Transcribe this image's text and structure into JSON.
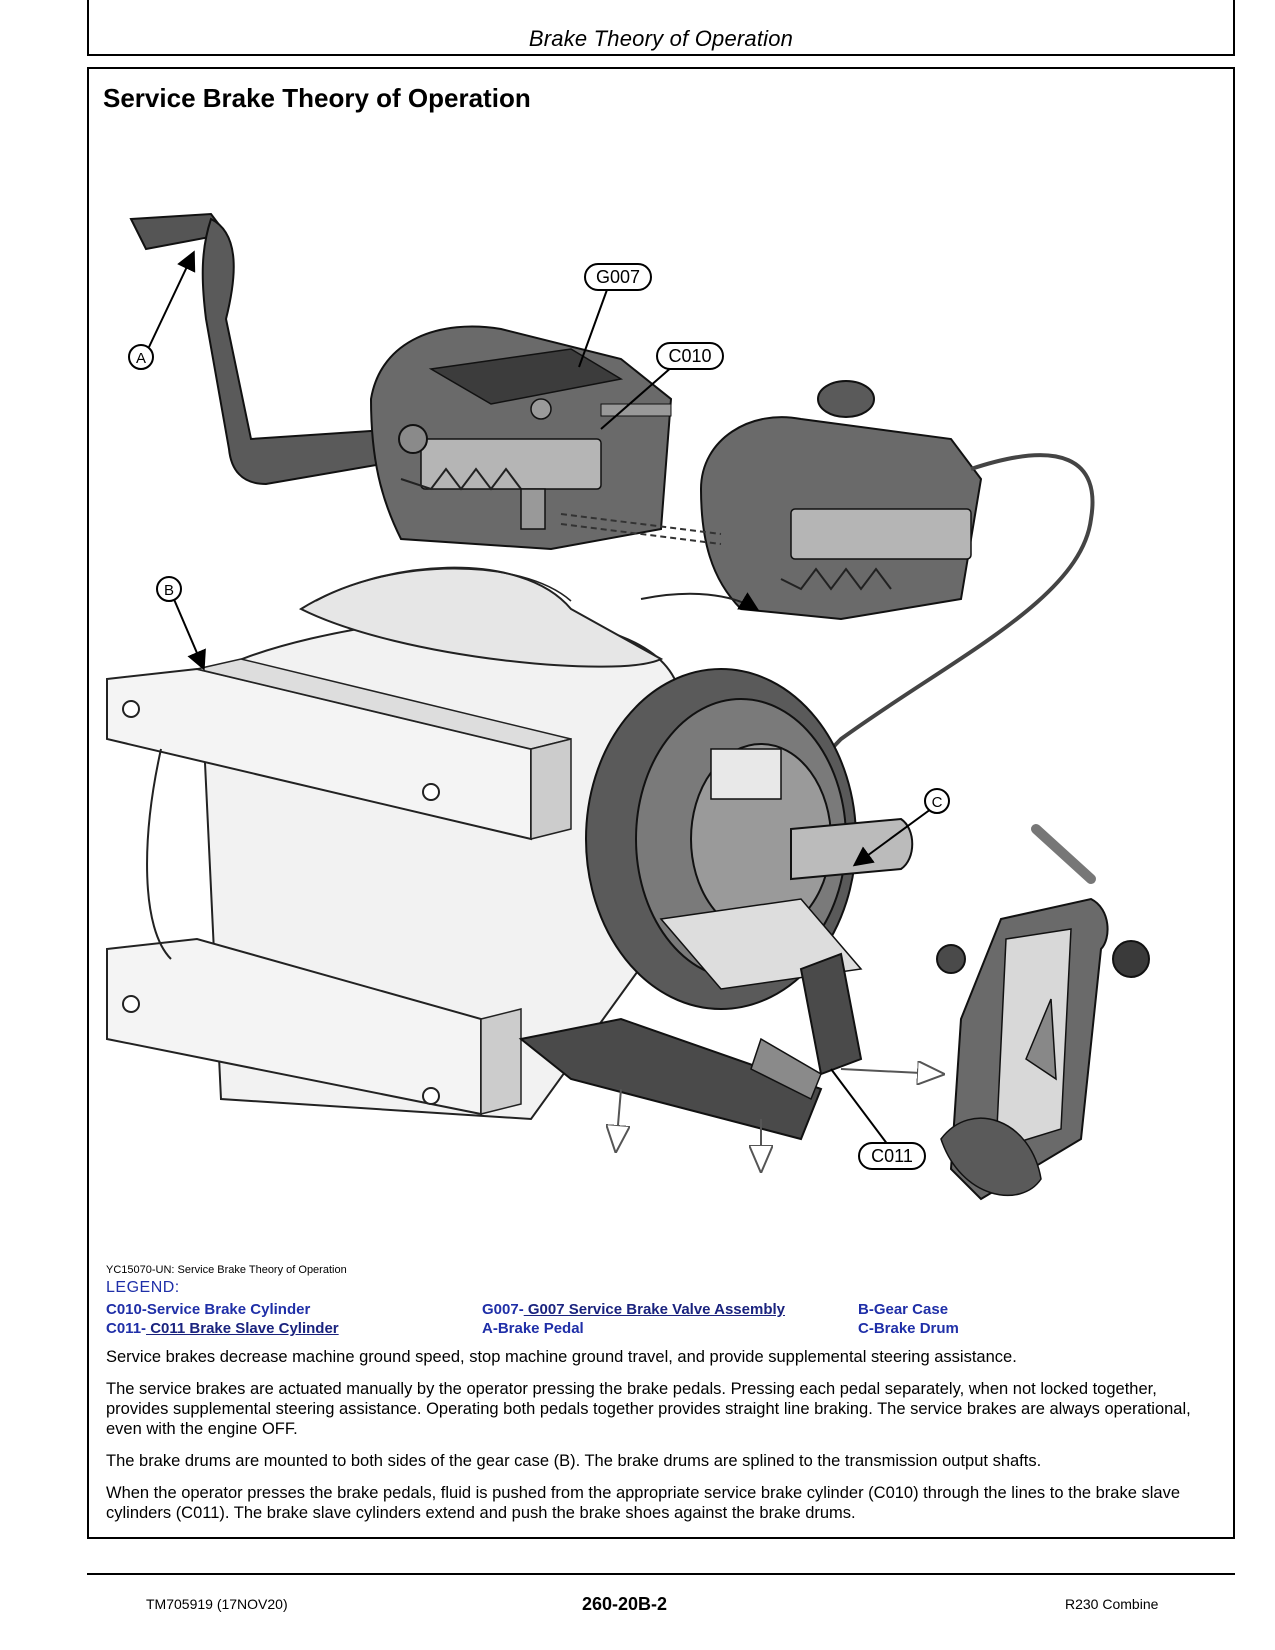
{
  "header": {
    "section_title": "Brake Theory of Operation"
  },
  "page": {
    "title": "Service Brake Theory of Operation"
  },
  "figure": {
    "callouts": {
      "a": "A",
      "b": "B",
      "c": "C",
      "g007": "G007",
      "c010": "C010",
      "c011": "C011"
    },
    "caption": "YC15070-UN: Service Brake Theory of Operation"
  },
  "legend": {
    "title": "LEGEND:",
    "items": [
      {
        "text": "C010-Service Brake Cylinder"
      },
      {
        "prefix": "G007-",
        "link": " G007 Service Brake Valve Assembly"
      },
      {
        "text": "B-Gear Case"
      },
      {
        "prefix": "C011-",
        "link": " C011 Brake Slave Cylinder"
      },
      {
        "text": "A-Brake Pedal"
      },
      {
        "text": "C-Brake Drum"
      }
    ]
  },
  "body": {
    "paragraphs": [
      "Service brakes decrease machine ground speed, stop machine ground travel, and provide supplemental steering assistance.",
      "The service brakes are actuated manually by the operator pressing the brake pedals. Pressing each pedal separately, when not locked together, provides supplemental steering assistance. Operating both pedals together provides straight line braking. The service brakes are always operational, even with the engine OFF.",
      "The brake drums are mounted to both sides of the gear case (B). The brake drums are splined to the transmission output shafts.",
      "When the operator presses the brake pedals, fluid is pushed from the appropriate service brake cylinder (C010) through the lines to the brake slave cylinders (C011). The brake slave cylinders extend and push the brake shoes against the brake drums."
    ]
  },
  "footer": {
    "doc_id": "TM705919 (17NOV20)",
    "page_number": "260-20B-2",
    "model": "R230 Combine"
  }
}
